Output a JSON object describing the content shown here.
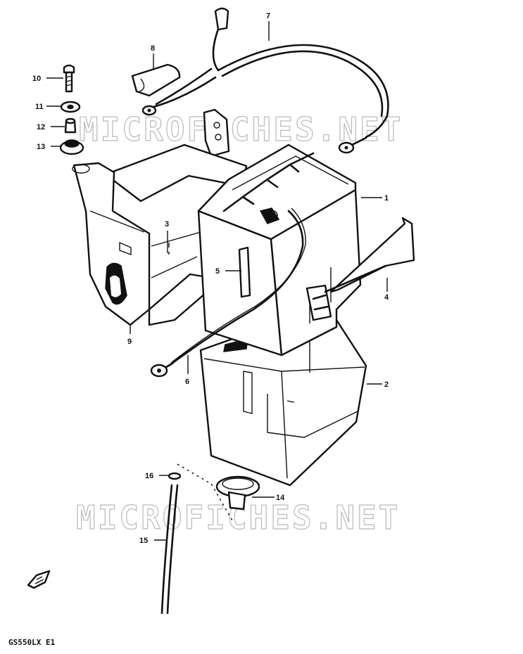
{
  "watermark": "MICROFICHES.NET",
  "model_code": "GS550LX E1",
  "callouts": [
    {
      "id": "c1",
      "number": "1"
    },
    {
      "id": "c2",
      "number": "2"
    },
    {
      "id": "c3",
      "number": "3"
    },
    {
      "id": "c4",
      "number": "4"
    },
    {
      "id": "c5",
      "number": "5"
    },
    {
      "id": "c6",
      "number": "6"
    },
    {
      "id": "c7",
      "number": "7"
    },
    {
      "id": "c8",
      "number": "8"
    },
    {
      "id": "c9",
      "number": "9"
    },
    {
      "id": "c10",
      "number": "10"
    },
    {
      "id": "c11",
      "number": "11"
    },
    {
      "id": "c12",
      "number": "12"
    },
    {
      "id": "c13",
      "number": "13"
    },
    {
      "id": "c14",
      "number": "14"
    },
    {
      "id": "c15",
      "number": "15"
    },
    {
      "id": "c16",
      "number": "16"
    }
  ]
}
